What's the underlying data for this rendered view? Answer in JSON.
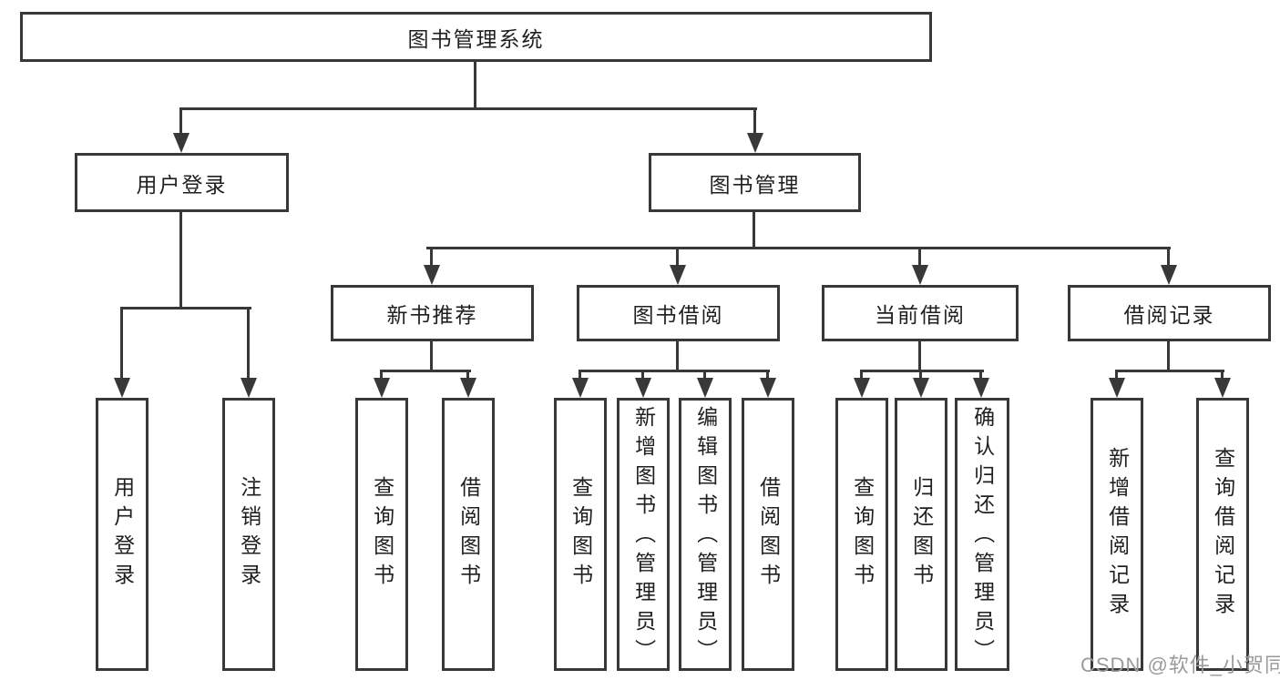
{
  "diagram_title": "图书管理系统",
  "nodes": {
    "root": "图书管理系统",
    "user_login": "用户登录",
    "book_mgmt": "图书管理",
    "new_book_rec": "新书推荐",
    "book_borrow": "图书借阅",
    "current_borrow": "当前借阅",
    "borrow_records": "借阅记录",
    "leaf_user_login": "用户登录",
    "leaf_logout": "注销登录",
    "leaf_rec_query_book": "查询图书",
    "leaf_rec_borrow_book": "借阅图书",
    "leaf_bb_query_book": "查询图书",
    "leaf_bb_add_book": "新增图书（管理员）",
    "leaf_bb_edit_book": "编辑图书（管理员）",
    "leaf_bb_borrow_book": "借阅图书",
    "leaf_cb_query_book": "查询图书",
    "leaf_cb_return_book": "归还图书",
    "leaf_cb_confirm_return": "确认归还（管理员）",
    "leaf_br_add_record": "新增借阅记录",
    "leaf_br_query_record": "查询借阅记录"
  },
  "watermark": "CSDN @软件_小贺同学",
  "colors": {
    "line": "#383838",
    "text": "#1f1f1f",
    "watermark": "#9a9a9a",
    "background": "#ffffff"
  }
}
